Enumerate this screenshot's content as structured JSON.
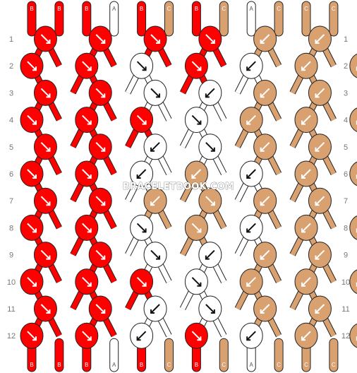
{
  "pattern": {
    "colors": {
      "B": "#ff0000",
      "A": "#ffffff",
      "C": "#d9a070"
    },
    "top_strands": [
      "B",
      "B",
      "B",
      "A",
      "B",
      "C",
      "B",
      "C",
      "A",
      "C",
      "C",
      "C"
    ],
    "bottom_strands": [
      "B",
      "B",
      "B",
      "A",
      "B",
      "C",
      "B",
      "C",
      "A",
      "C",
      "C",
      "C"
    ],
    "row_numbers": [
      "1",
      "2",
      "3",
      "4",
      "5",
      "6",
      "7",
      "8",
      "9",
      "10",
      "11",
      "12"
    ],
    "knots": [
      [
        [
          "B",
          "se"
        ],
        [
          "B",
          "se"
        ],
        [
          "B",
          "se"
        ],
        [
          "B",
          "se"
        ],
        [
          "C",
          "sw"
        ],
        [
          "C",
          "sw"
        ]
      ],
      [
        [
          "B",
          "se"
        ],
        [
          "B",
          "se"
        ],
        [
          "A",
          "se"
        ],
        [
          "B",
          "se"
        ],
        [
          "A",
          "sw"
        ],
        [
          "C",
          "sw"
        ],
        [
          "C",
          "sw"
        ]
      ],
      [
        [
          "B",
          "se"
        ],
        [
          "B",
          "se"
        ],
        [
          "A",
          "se"
        ],
        [
          "A",
          "sw"
        ],
        [
          "C",
          "sw"
        ],
        [
          "C",
          "sw"
        ]
      ],
      [
        [
          "B",
          "se"
        ],
        [
          "B",
          "se"
        ],
        [
          "B",
          "se"
        ],
        [
          "A",
          "se"
        ],
        [
          "C",
          "sw"
        ],
        [
          "C",
          "sw"
        ],
        [
          "C",
          "sw"
        ]
      ],
      [
        [
          "B",
          "se"
        ],
        [
          "B",
          "se"
        ],
        [
          "A",
          "sw"
        ],
        [
          "A",
          "se"
        ],
        [
          "C",
          "sw"
        ],
        [
          "C",
          "sw"
        ]
      ],
      [
        [
          "B",
          "se"
        ],
        [
          "B",
          "se"
        ],
        [
          "A",
          "sw"
        ],
        [
          "C",
          "sw"
        ],
        [
          "A",
          "sw"
        ],
        [
          "C",
          "sw"
        ],
        [
          "C",
          "sw"
        ]
      ],
      [
        [
          "B",
          "se"
        ],
        [
          "B",
          "se"
        ],
        [
          "C",
          "sw"
        ],
        [
          "C",
          "se"
        ],
        [
          "C",
          "sw"
        ],
        [
          "C",
          "sw"
        ]
      ],
      [
        [
          "B",
          "se"
        ],
        [
          "B",
          "se"
        ],
        [
          "A",
          "se"
        ],
        [
          "C",
          "se"
        ],
        [
          "A",
          "sw"
        ],
        [
          "C",
          "sw"
        ],
        [
          "C",
          "sw"
        ]
      ],
      [
        [
          "B",
          "se"
        ],
        [
          "B",
          "se"
        ],
        [
          "A",
          "se"
        ],
        [
          "A",
          "sw"
        ],
        [
          "C",
          "sw"
        ],
        [
          "C",
          "sw"
        ]
      ],
      [
        [
          "B",
          "se"
        ],
        [
          "B",
          "se"
        ],
        [
          "B",
          "se"
        ],
        [
          "A",
          "se"
        ],
        [
          "C",
          "sw"
        ],
        [
          "C",
          "sw"
        ],
        [
          "C",
          "sw"
        ]
      ],
      [
        [
          "B",
          "se"
        ],
        [
          "B",
          "se"
        ],
        [
          "A",
          "sw"
        ],
        [
          "A",
          "se"
        ],
        [
          "C",
          "sw"
        ],
        [
          "C",
          "sw"
        ]
      ],
      [
        [
          "B",
          "se"
        ],
        [
          "B",
          "se"
        ],
        [
          "A",
          "sw"
        ],
        [
          "B",
          "se"
        ],
        [
          "A",
          "sw"
        ],
        [
          "C",
          "sw"
        ],
        [
          "C",
          "sw"
        ]
      ]
    ]
  },
  "watermark": "BRACELETBOOK.COM"
}
